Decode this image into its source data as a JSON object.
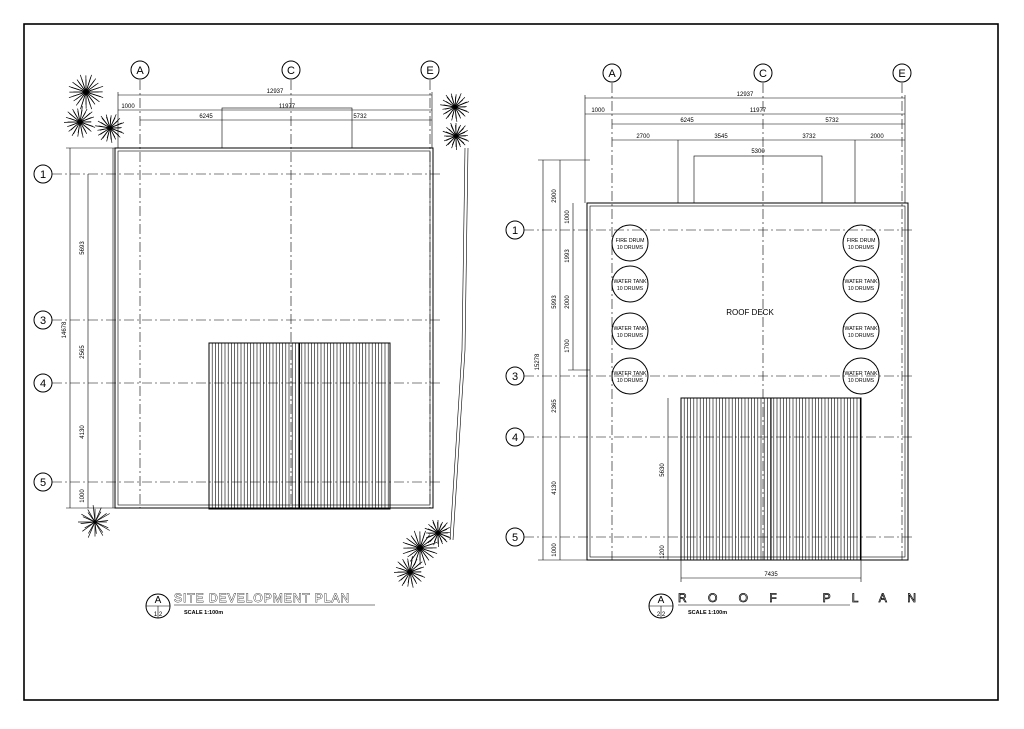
{
  "site_plan": {
    "grid_top": [
      "A",
      "C",
      "E"
    ],
    "grid_side": [
      "1",
      "3",
      "4",
      "5"
    ],
    "dims_top": [
      "12937",
      "1000",
      "11977",
      "6245",
      "5732"
    ],
    "dims_side": [
      "14678",
      "5693",
      "2565",
      "4130",
      "1000"
    ],
    "title": "SITE DEVELOPMENT PLAN",
    "scale": "SCALE 1:100m",
    "badge_top": "A",
    "badge_bottom": "1  2"
  },
  "roof_plan": {
    "grid_top": [
      "A",
      "C",
      "E"
    ],
    "grid_side": [
      "1",
      "3",
      "4",
      "5"
    ],
    "dims_top": [
      "12937",
      "1000",
      "11977",
      "6245",
      "5732",
      "2700",
      "3545",
      "3732",
      "2000",
      "5300"
    ],
    "dims_side": [
      "15278",
      "2900",
      "1000",
      "5993",
      "1993",
      "2000",
      "1700",
      "2365",
      "4130",
      "1000",
      "5630",
      "1200"
    ],
    "dim_bottom": "7435",
    "deck_label": "ROOF DECK",
    "drums": [
      [
        "FIRE DRUM",
        "10 DRUMS"
      ],
      [
        "WATER TANK",
        "10 DRUMS"
      ],
      [
        "WATER TANK",
        "10 DRUMS"
      ],
      [
        "WATER TANK",
        "10 DRUMS"
      ],
      [
        "FIRE DRUM",
        "10 DRUMS"
      ],
      [
        "WATER TANK",
        "10 DRUMS"
      ],
      [
        "WATER TANK",
        "10 DRUMS"
      ],
      [
        "WATER TANK",
        "10 DRUMS"
      ]
    ],
    "title": "R O O F   P L A N",
    "scale": "SCALE 1:100m",
    "badge_top": "A",
    "badge_bottom": "2  2"
  }
}
